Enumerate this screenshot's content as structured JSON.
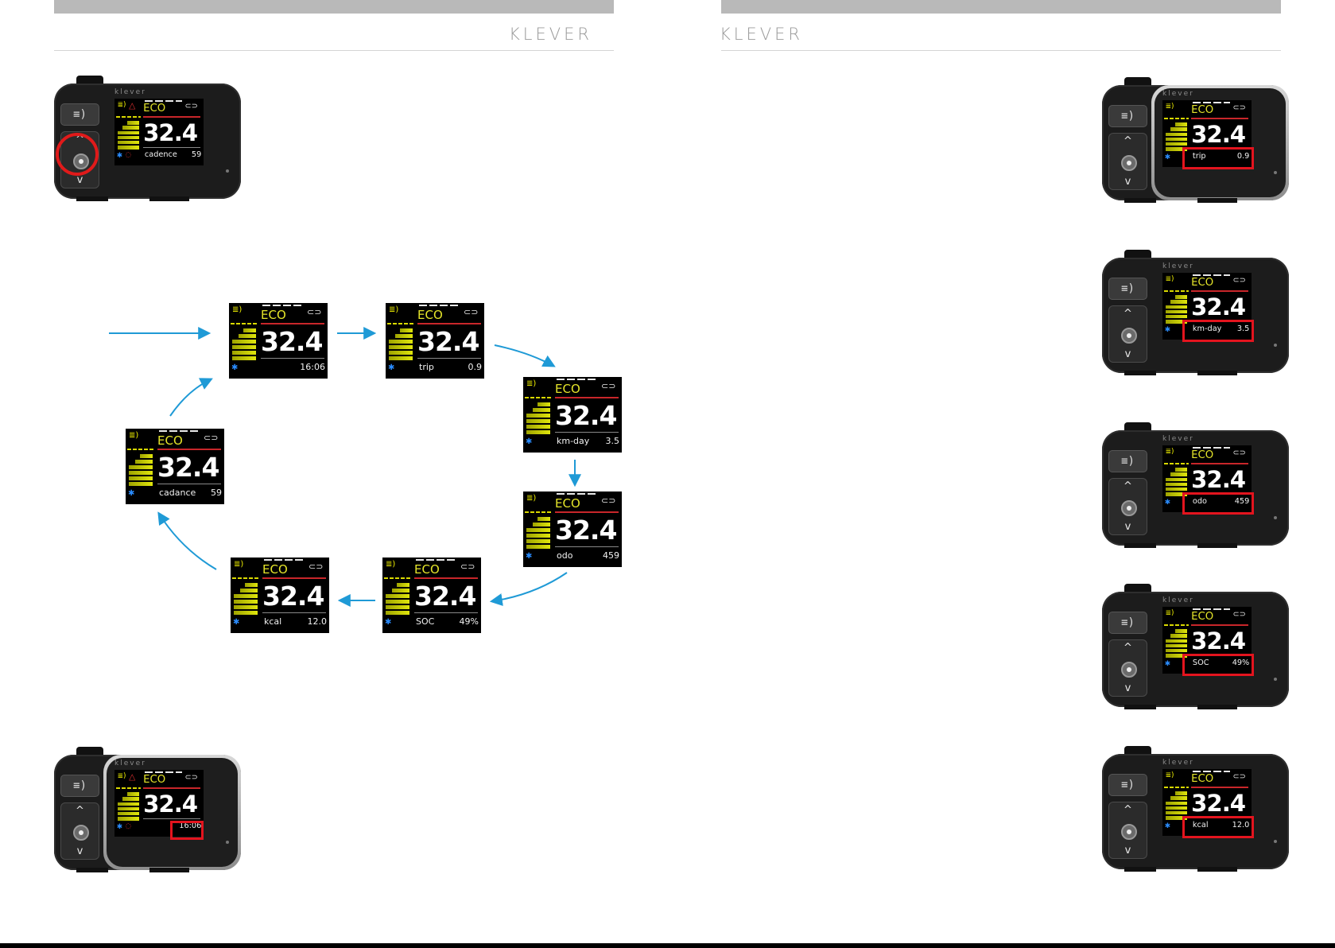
{
  "header": {
    "brand_left": "KLEVER",
    "brand_right": "KLEVER"
  },
  "device_labels": {
    "logo": "klever",
    "light_icon": "≡)",
    "up": "^",
    "down": "v"
  },
  "screen": {
    "mode": "ECO",
    "speed": "32.4",
    "bluetooth": "✱",
    "light_icon": "≣)",
    "key_icon": "⊂⊃",
    "warn_icon": "△",
    "cadence_icon": "◌"
  },
  "cycle": [
    {
      "id": "time",
      "label": "",
      "value": "16:06"
    },
    {
      "id": "trip",
      "label": "trip",
      "value": "0.9"
    },
    {
      "id": "kmday",
      "label": "km-day",
      "value": "3.5"
    },
    {
      "id": "odo",
      "label": "odo",
      "value": "459"
    },
    {
      "id": "soc",
      "label": "SOC",
      "value": "49%"
    },
    {
      "id": "kcal",
      "label": "kcal",
      "value": "12.0"
    },
    {
      "id": "cadance",
      "label": "cadance",
      "value": "59"
    }
  ],
  "left_top_device": {
    "label": "cadence",
    "value": "59"
  },
  "left_bottom_device": {
    "label": "",
    "value": "16:06"
  },
  "right_devices": [
    {
      "label": "trip",
      "value": "0.9"
    },
    {
      "label": "km-day",
      "value": "3.5"
    },
    {
      "label": "odo",
      "value": "459"
    },
    {
      "label": "SOC",
      "value": "49%"
    },
    {
      "label": "kcal",
      "value": "12.0"
    }
  ],
  "colors": {
    "accent_red": "#e3141e",
    "arrow_blue": "#1f9ad6",
    "eco_yellow": "#e5e52a",
    "bt_blue": "#2a8cff"
  }
}
